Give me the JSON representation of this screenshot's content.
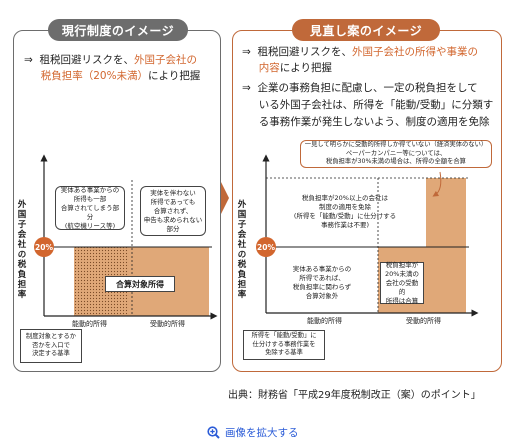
{
  "left_panel": {
    "header": "現行制度のイメージ",
    "bullet_mark": "⇒",
    "bullet_line1_prefix": "租税回避リスクを、",
    "bullet_line1_hl": "外国子会社の",
    "bullet_line2_hl": "税負担率（20%未満）",
    "bullet_line2_suffix": "により把握",
    "y_axis_label": "外国子会社の税負担率",
    "rate": "20%",
    "box_real_entity": [
      "実体ある事業からの",
      "所得も一部",
      "合算されてしまう部分",
      "(航空機リース等)"
    ],
    "box_no_substance": [
      "実体を伴わない",
      "所得であっても",
      "合算されず、",
      "申告も求められない",
      "部分"
    ],
    "taxable_income": "合算対象所得",
    "x_active": "能動的所得",
    "x_passive": "受動的所得",
    "note": [
      "制度対象とするか",
      "否かを入口で",
      "決定する基準"
    ]
  },
  "right_panel": {
    "header": "見直し案のイメージ",
    "bullet_mark": "⇒",
    "bullet1_line1_prefix": "租税回避リスクを、",
    "bullet1_line1_hl": "外国子会社の所得や事業の",
    "bullet1_line2_hl": "内容",
    "bullet1_line2_suffix": "により把握",
    "bullet2_line1": "企業の事務負担に配慮し、一定の税負担をして",
    "bullet2_line2": "いる外国子会社は、所得を「能動/受動」に分類す",
    "bullet2_line3": "る事務作業が発生しないよう、制度の適用を免除",
    "y_axis_label": "外国子会社の税負担率",
    "rate": "20%",
    "callout": [
      "一見して明らかに受動的所得しか得ていない（経済実体のない）",
      "ペーパーカンパニー等については、",
      "税負担率が30%未満の場合は、所得の全額を合算"
    ],
    "box_exempt": [
      "税負担率が20%以上の会社は",
      "制度の適用を免除",
      "(所得を「能動/受動」に仕分けする",
      "事務作業は不要)"
    ],
    "box_not_taxed": [
      "実体ある事業からの",
      "所得であれば、",
      "税負担率に関わらず",
      "合算対象外"
    ],
    "box_passive": [
      "税負担率が",
      "20%未満の",
      "会社の受動的",
      "所得は合算"
    ],
    "x_active": "能動的所得",
    "x_passive": "受動的所得",
    "note": [
      "所得を「能動/受動」に",
      "仕分けする事務作業を",
      "免除する基準"
    ]
  },
  "source": "出典：財務省「平成29年度税制改正（案）のポイント」",
  "zoom_link": "画像を拡大する",
  "colors": {
    "accent": "#d2662e",
    "fill": "#e0a878",
    "gray_header": "#6d6d6d"
  }
}
